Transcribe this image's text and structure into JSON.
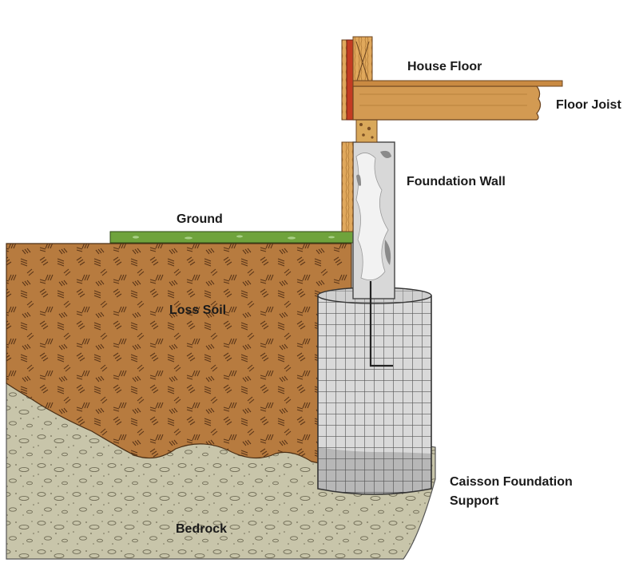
{
  "labels": {
    "house_floor": "House Floor",
    "floor_joist": "Floor Joist",
    "foundation_wall": "Foundation Wall",
    "ground": "Ground",
    "loss_soil": "Loss Soil",
    "caisson_line1": "Caisson Foundation",
    "caisson_line2": "Support",
    "bedrock": "Bedrock"
  },
  "colors": {
    "soil": "#b77b3f",
    "bedrock": "#c8c5aa",
    "grass": "#6fa33c",
    "concrete": "#d6d6d6",
    "wood": "#d8a25a",
    "sill": "#c43b22",
    "rebar_cage": "#555555"
  }
}
